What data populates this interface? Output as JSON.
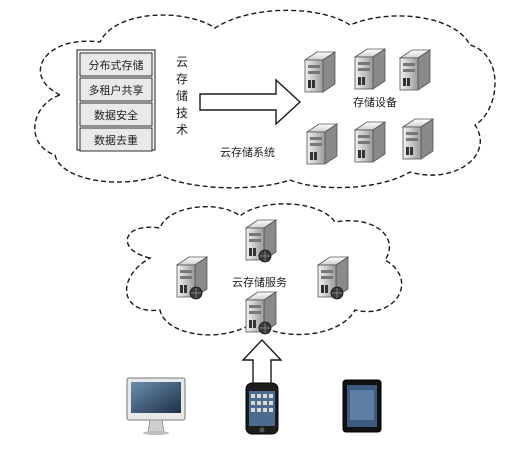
{
  "top_cloud": {
    "tech_stack": [
      "分布式存储",
      "多租户共享",
      "数据安全",
      "数据去重"
    ],
    "vertical_label": [
      "云",
      "存",
      "储",
      "技",
      "术"
    ],
    "storage_label": "存储设备",
    "system_label": "云存储系统"
  },
  "bottom_cloud": {
    "service_label": "云存储服务"
  },
  "devices": [
    "desktop-monitor",
    "smartphone",
    "tablet"
  ],
  "colors": {
    "stack_box_fill": "#e9e9e9",
    "arrow_fill": "#ffffff",
    "line": "#1a1a1a"
  }
}
